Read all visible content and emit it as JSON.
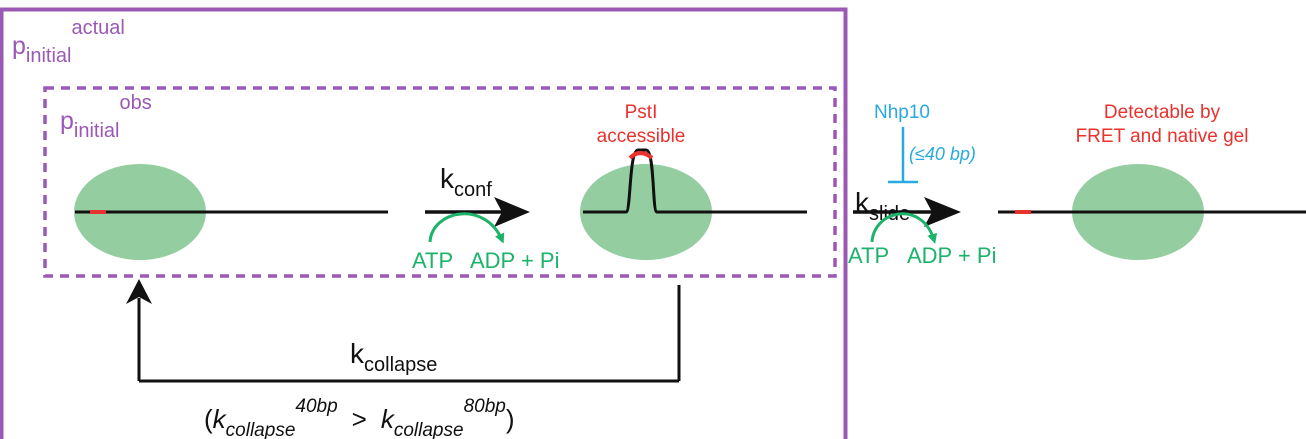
{
  "colors": {
    "purple": "#9b59b6",
    "nucleosome": "#93cda0",
    "dna": "#111111",
    "red": "#e8322d",
    "green": "#1cb36b",
    "blue": "#29a9e0"
  },
  "labels": {
    "p_actual": {
      "base": "p",
      "sub": "initial",
      "sup": "actual"
    },
    "p_obs": {
      "base": "p",
      "sub": "initial",
      "sup": "obs"
    },
    "k_conf": {
      "base": "k",
      "sub": "conf"
    },
    "k_slide": {
      "base": "k",
      "sub": "slide"
    },
    "k_collapse": {
      "base": "k",
      "sub": "collapse"
    },
    "pstl": {
      "line1": "PstI",
      "line2": "accessible"
    },
    "nhp10": {
      "name": "Nhp10",
      "range": "(≤40 bp)"
    },
    "detectable": {
      "line1": "Detectable by",
      "line2": "FRET and native gel"
    },
    "atp": "ATP",
    "adp": "ADP + Pi",
    "inequality": {
      "open": "(",
      "k1": "k",
      "sub1": "collapse",
      "sup1": "40bp",
      "op": ">",
      "k2": "k",
      "sub2": "collapse",
      "sup2": "80bp",
      "close": ")"
    }
  }
}
